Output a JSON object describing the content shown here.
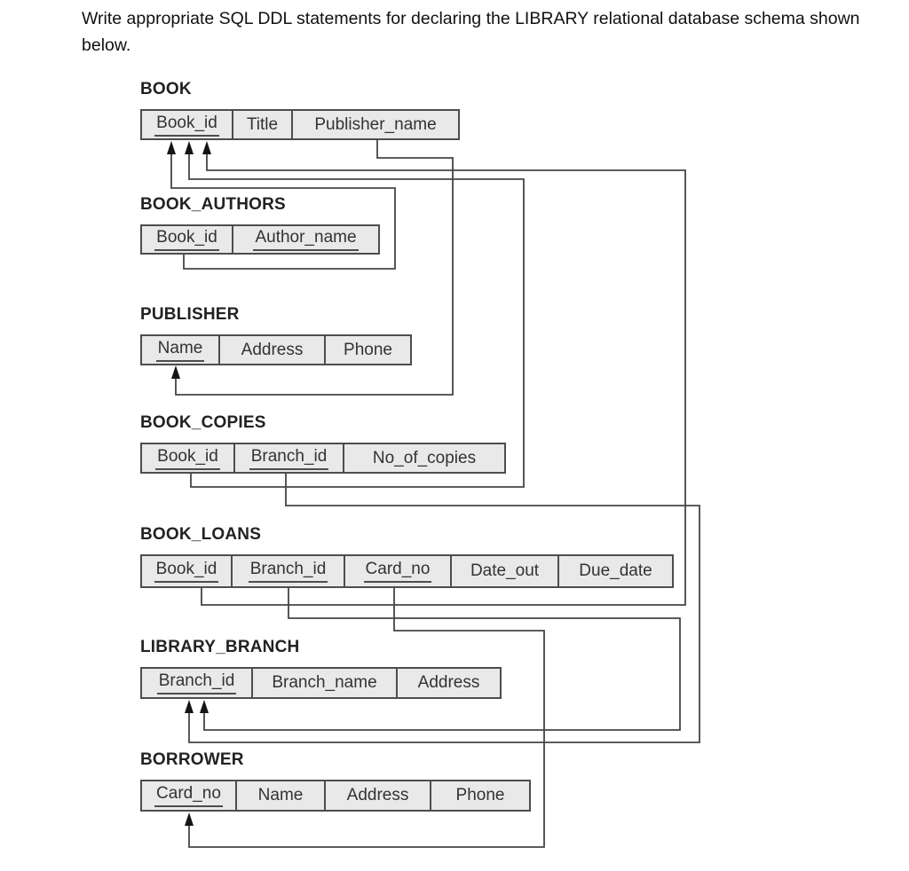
{
  "page": {
    "instruction": "Write appropriate SQL DDL statements for declaring the LIBRARY relational database schema shown below."
  },
  "diagram": {
    "tables": [
      {
        "name": "BOOK",
        "columns": [
          {
            "label": "Book_id",
            "key": true
          },
          {
            "label": "Title",
            "key": false
          },
          {
            "label": "Publisher_name",
            "key": false
          }
        ]
      },
      {
        "name": "BOOK_AUTHORS",
        "columns": [
          {
            "label": "Book_id",
            "key": true
          },
          {
            "label": "Author_name",
            "key": true
          }
        ]
      },
      {
        "name": "PUBLISHER",
        "columns": [
          {
            "label": "Name",
            "key": true
          },
          {
            "label": "Address",
            "key": false
          },
          {
            "label": "Phone",
            "key": false
          }
        ]
      },
      {
        "name": "BOOK_COPIES",
        "columns": [
          {
            "label": "Book_id",
            "key": true
          },
          {
            "label": "Branch_id",
            "key": true
          },
          {
            "label": "No_of_copies",
            "key": false
          }
        ]
      },
      {
        "name": "BOOK_LOANS",
        "columns": [
          {
            "label": "Book_id",
            "key": true
          },
          {
            "label": "Branch_id",
            "key": true
          },
          {
            "label": "Card_no",
            "key": true
          },
          {
            "label": "Date_out",
            "key": false
          },
          {
            "label": "Due_date",
            "key": false
          }
        ]
      },
      {
        "name": "LIBRARY_BRANCH",
        "columns": [
          {
            "label": "Branch_id",
            "key": true
          },
          {
            "label": "Branch_name",
            "key": false
          },
          {
            "label": "Address",
            "key": false
          }
        ]
      },
      {
        "name": "BORROWER",
        "columns": [
          {
            "label": "Card_no",
            "key": true
          },
          {
            "label": "Name",
            "key": false
          },
          {
            "label": "Address",
            "key": false
          },
          {
            "label": "Phone",
            "key": false
          }
        ]
      }
    ],
    "foreign_keys": [
      {
        "from": "BOOK_AUTHORS.Book_id",
        "to": "BOOK.Book_id"
      },
      {
        "from": "BOOK_COPIES.Book_id",
        "to": "BOOK.Book_id"
      },
      {
        "from": "BOOK_LOANS.Book_id",
        "to": "BOOK.Book_id"
      },
      {
        "from": "BOOK.Publisher_name",
        "to": "PUBLISHER.Name"
      },
      {
        "from": "BOOK_COPIES.Branch_id",
        "to": "LIBRARY_BRANCH.Branch_id"
      },
      {
        "from": "BOOK_LOANS.Branch_id",
        "to": "LIBRARY_BRANCH.Branch_id"
      },
      {
        "from": "BOOK_LOANS.Card_no",
        "to": "BORROWER.Card_no"
      }
    ],
    "colors": {
      "cell_fill": "#e9e9e9",
      "border": "#4d4d4d",
      "wire": "#454545",
      "arrowhead": "#151515",
      "text": "#333333"
    }
  }
}
